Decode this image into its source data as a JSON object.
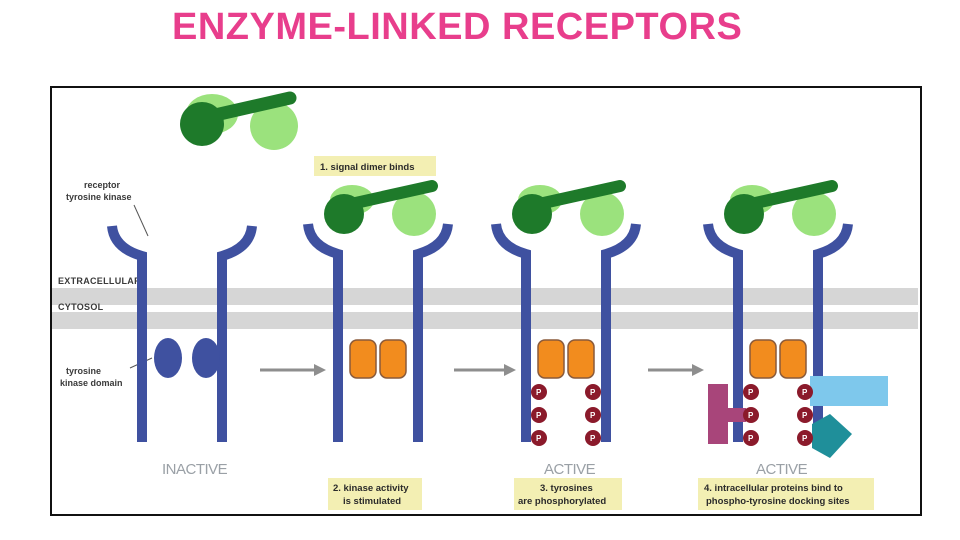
{
  "title": "ENZYME-LINKED RECEPTORS",
  "labels": {
    "receptor_line1": "receptor",
    "receptor_line2": "tyrosine kinase",
    "extracellular": "EXTRACELLULAR",
    "cytosol": "CYTOSOL",
    "kinase_line1": "tyrosine",
    "kinase_line2": "kinase domain"
  },
  "states": [
    "INACTIVE",
    "ACTIVE",
    "ACTIVE"
  ],
  "steps": [
    {
      "line1": "1. signal dimer binds",
      "line2": ""
    },
    {
      "line1": "2. kinase activity",
      "line2": "is stimulated"
    },
    {
      "line1": "3. tyrosines",
      "line2": "are phosphorylated"
    },
    {
      "line1": "4. intracellular proteins bind to",
      "line2": "phospho-tyrosine docking sites"
    }
  ],
  "phospho_label": "P",
  "colors": {
    "title": "#e83e8c",
    "receptor": "#3f51a0",
    "kinase_inactive": "#3f51a0",
    "kinase_active": "#f28c1e",
    "phosphate": "#8b1a2b",
    "signal_dark": "#1e7a2a",
    "signal_light": "#9be27d",
    "membrane": "#d6d6d6",
    "step_box": "#f3efb3",
    "protein_purple": "#a8457a",
    "protein_blue": "#7ec8ec",
    "protein_teal": "#1f8f9a"
  }
}
